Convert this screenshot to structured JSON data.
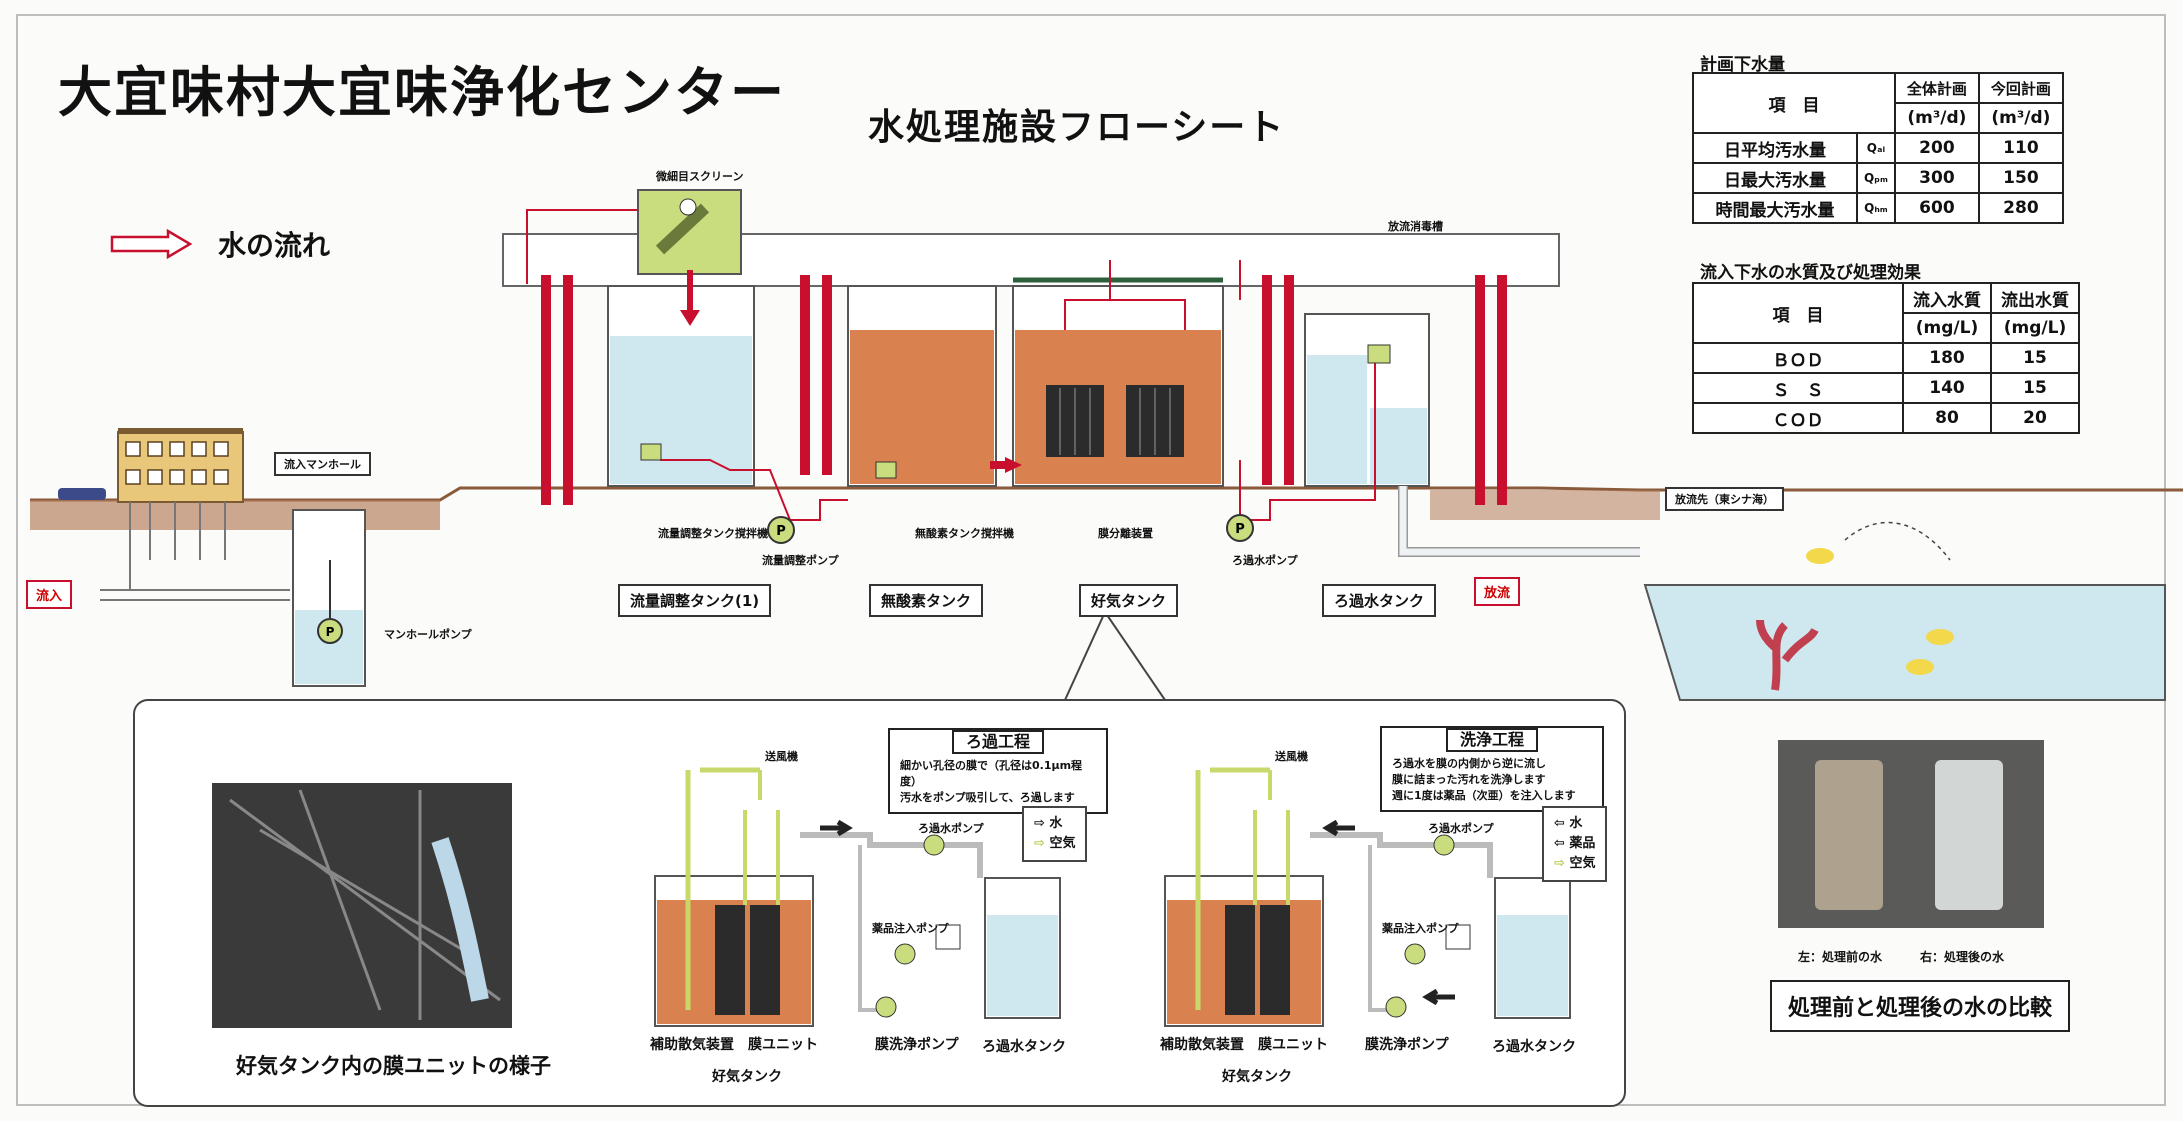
{
  "titles": {
    "facility": "大宜味村大宜味浄化センター",
    "sheet": "水処理施設フローシート"
  },
  "legend": {
    "water_flow": "水の流れ"
  },
  "sewage_table": {
    "caption": "計画下水量",
    "headers": [
      "項　目",
      "全体計画",
      "今回計画"
    ],
    "unit": "(m³/d)",
    "rows": [
      {
        "label": "日平均汚水量",
        "symbol": "Qₐₗ",
        "full": "200",
        "current": "110"
      },
      {
        "label": "日最大汚水量",
        "symbol": "Qₚₘ",
        "full": "300",
        "current": "150"
      },
      {
        "label": "時間最大汚水量",
        "symbol": "Qₕₘ",
        "full": "600",
        "current": "280"
      }
    ]
  },
  "quality_table": {
    "caption": "流入下水の水質及び処理効果",
    "headers": [
      "項　目",
      "流入水質",
      "流出水質"
    ],
    "unit": "(mg/L)",
    "rows": [
      {
        "label": "ＢＯＤ",
        "in": "180",
        "out": "15"
      },
      {
        "label": "Ｓ　Ｓ",
        "in": "140",
        "out": "15"
      },
      {
        "label": "ＣＯＤ",
        "in": "80",
        "out": "20"
      }
    ]
  },
  "flow_labels": {
    "inflow": "流入",
    "discharge": "放流",
    "inflow_manhole": "流入マンホール",
    "manhole_pump": "マンホールポンプ",
    "fine_screen": "微細目スクリーン",
    "mixer_eq": "流量調整タンク撹拌機",
    "eq_pump": "流量調整ポンプ",
    "mixer_anox": "無酸素タンク撹拌機",
    "blower_loc": "膜分離装置",
    "filtrate_pump": "ろ過水ポンプ",
    "sterilizer": "放流消毒槽",
    "discharge_to": "放流先（東シナ海）"
  },
  "tanks": {
    "equalization": "流量調整タンク(1)",
    "anoxic": "無酸素タンク",
    "aerobic": "好気タンク",
    "filtrate": "ろ過水タンク"
  },
  "filtration_process": {
    "title": "ろ過工程",
    "line1": "細かい孔径の膜で（孔径は0.1μm程度）",
    "line2": "汚水をポンプ吸引して、ろ過します",
    "blower": "送風機",
    "filtrate_pump": "ろ過水ポンプ",
    "chem_pump": "薬品注入ポンプ",
    "backwash_pump": "膜洗浄ポンプ",
    "diffuser": "補助散気装置",
    "membrane": "膜ユニット",
    "aerobic_tank": "好気タンク",
    "filtrate_tank": "ろ過水タンク",
    "legend_water": "水",
    "legend_air": "空気"
  },
  "cleaning_process": {
    "title": "洗浄工程",
    "line1": "ろ過水を膜の内側から逆に流し",
    "line2": "膜に詰まった汚れを洗浄します",
    "line3": "週に1度は薬品（次亜）を注入します",
    "blower": "送風機",
    "filtrate_pump": "ろ過水ポンプ",
    "chem_pump": "薬品注入ポンプ",
    "backwash_pump": "膜洗浄ポンプ",
    "diffuser": "補助散気装置",
    "membrane": "膜ユニット",
    "aerobic_tank": "好気タンク",
    "filtrate_tank": "ろ過水タンク",
    "legend_water": "水",
    "legend_chem": "薬品",
    "legend_air": "空気"
  },
  "photos": {
    "membrane_caption": "好気タンク内の膜ユニットの様子",
    "compare_left": "左：処理前の水",
    "compare_right": "右：処理後の水",
    "compare_caption": "処理前と処理後の水の比較"
  },
  "colors": {
    "sludge": "#d9824f",
    "water": "#cfe8ef",
    "pipe_red": "#c8102e",
    "pipe_green": "#c9d86a",
    "soil": "#a66e4a",
    "pump": "#c9dc7e"
  }
}
